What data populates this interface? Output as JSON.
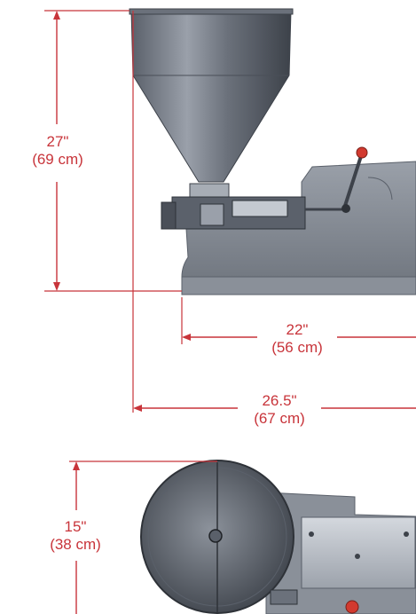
{
  "dimensions": {
    "height_main": {
      "imperial": "27\"",
      "metric": "(69 cm)"
    },
    "length_base": {
      "imperial": "22\"",
      "metric": "(56 cm)"
    },
    "length_total": {
      "imperial": "26.5\"",
      "metric": "(67 cm)"
    },
    "width_top": {
      "imperial": "15\"",
      "metric": "(38 cm)"
    }
  },
  "colors": {
    "dimension_line": "#c8343a",
    "metal_dark": "#4a4f58",
    "metal_mid": "#7a808a",
    "metal_light": "#b7bcc4",
    "handle_knob": "#d23a2f"
  }
}
